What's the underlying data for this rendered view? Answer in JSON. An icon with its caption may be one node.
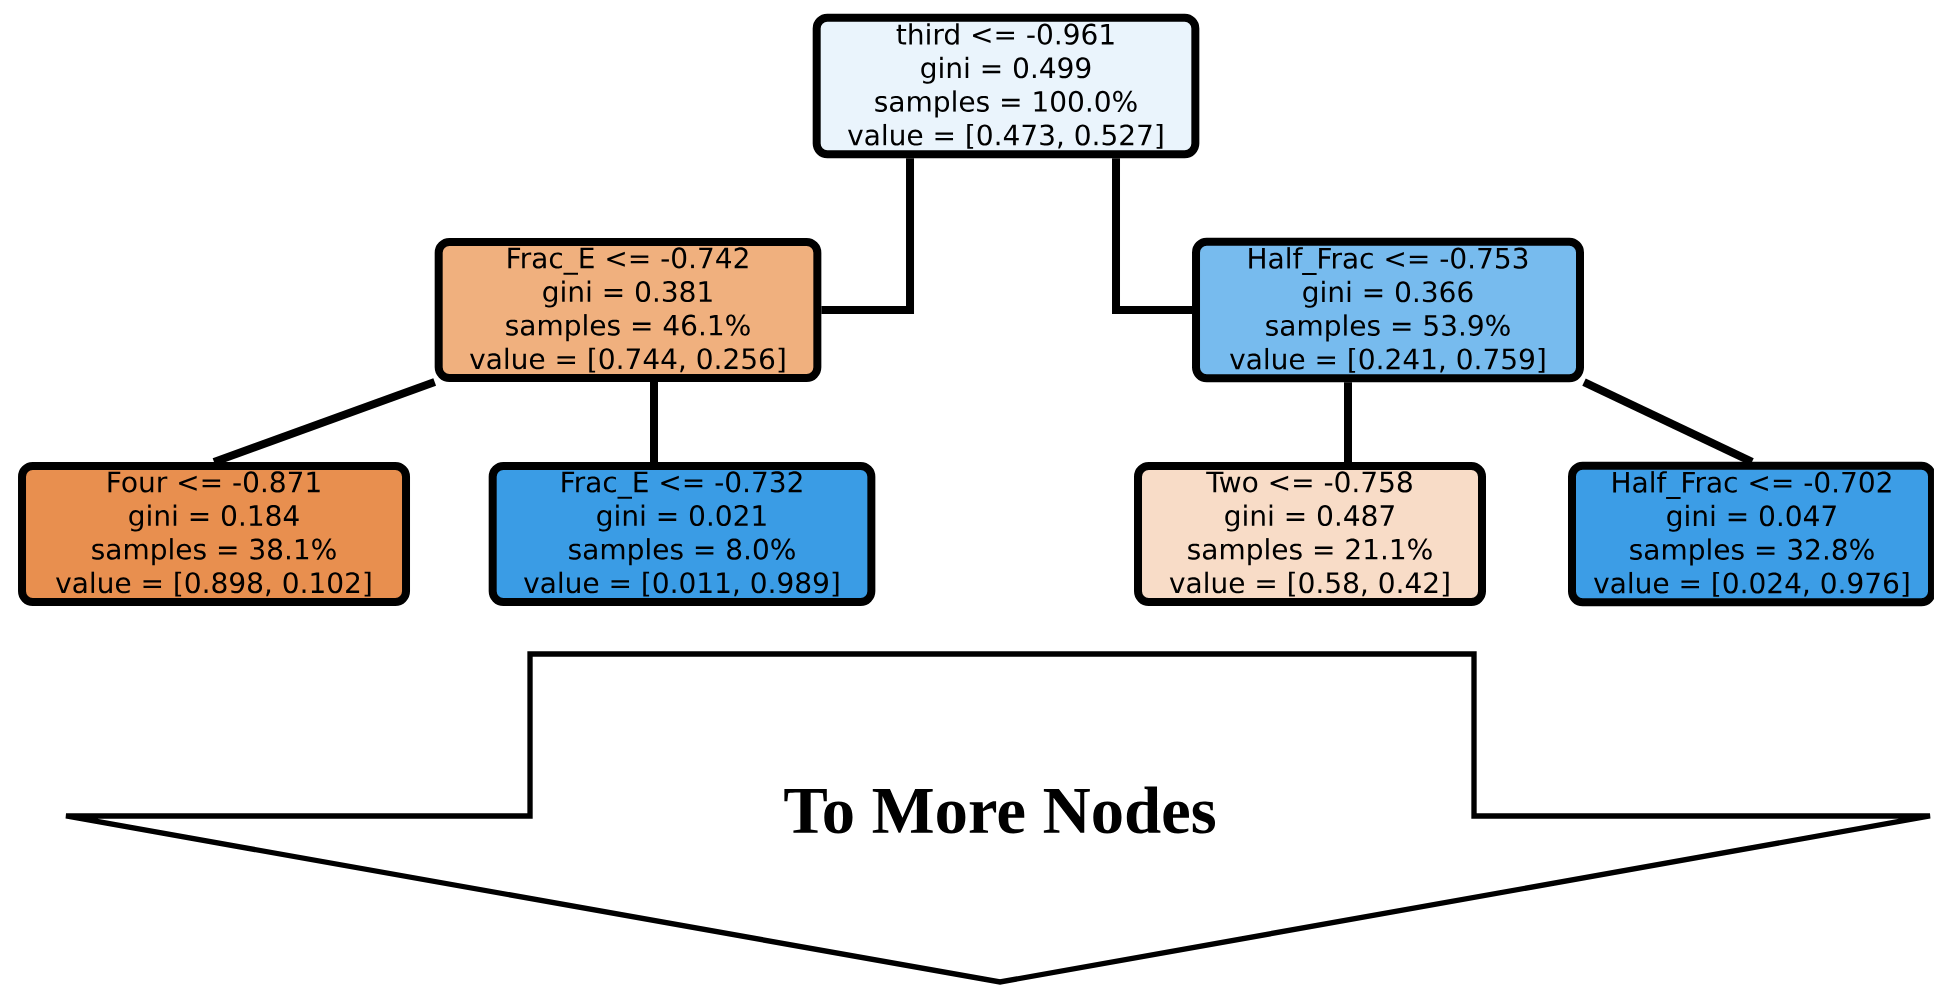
{
  "diagram": {
    "nodes": [
      {
        "text": [
          "third <= -0.961",
          "gini = 0.499",
          "samples = 100.0%",
          "value = [0.473, 0.527]"
        ]
      },
      {
        "text": [
          "Frac_E <= -0.742",
          "gini = 0.381",
          "samples = 46.1%",
          "value = [0.744, 0.256]"
        ]
      },
      {
        "text": [
          "Half_Frac <= -0.753",
          "gini = 0.366",
          "samples = 53.9%",
          "value = [0.241, 0.759]"
        ]
      },
      {
        "text": [
          "Four <= -0.871",
          "gini = 0.184",
          "samples = 38.1%",
          "value = [0.898, 0.102]"
        ]
      },
      {
        "text": [
          "Frac_E <= -0.732",
          "gini = 0.021",
          "samples = 8.0%",
          "value = [0.011, 0.989]"
        ]
      },
      {
        "text": [
          "Two <= -0.758",
          "gini = 0.487",
          "samples = 21.1%",
          "value = [0.58, 0.42]"
        ]
      },
      {
        "text": [
          "Half_Frac <= -0.702",
          "gini = 0.047",
          "samples = 32.8%",
          "value = [0.024, 0.976]"
        ]
      },
      {
        "text": [
          "To More Nodes"
        ]
      }
    ],
    "edges": [
      {
        "from": 0,
        "to": 1,
        "arrow": "none"
      },
      {
        "from": 0,
        "to": 2,
        "arrow": "none"
      },
      {
        "from": 1,
        "to": 3,
        "arrow": "none"
      },
      {
        "from": 1,
        "to": 4,
        "arrow": "none"
      },
      {
        "from": 2,
        "to": 5,
        "arrow": "none"
      },
      {
        "from": 2,
        "to": 6,
        "arrow": "none"
      }
    ]
  }
}
